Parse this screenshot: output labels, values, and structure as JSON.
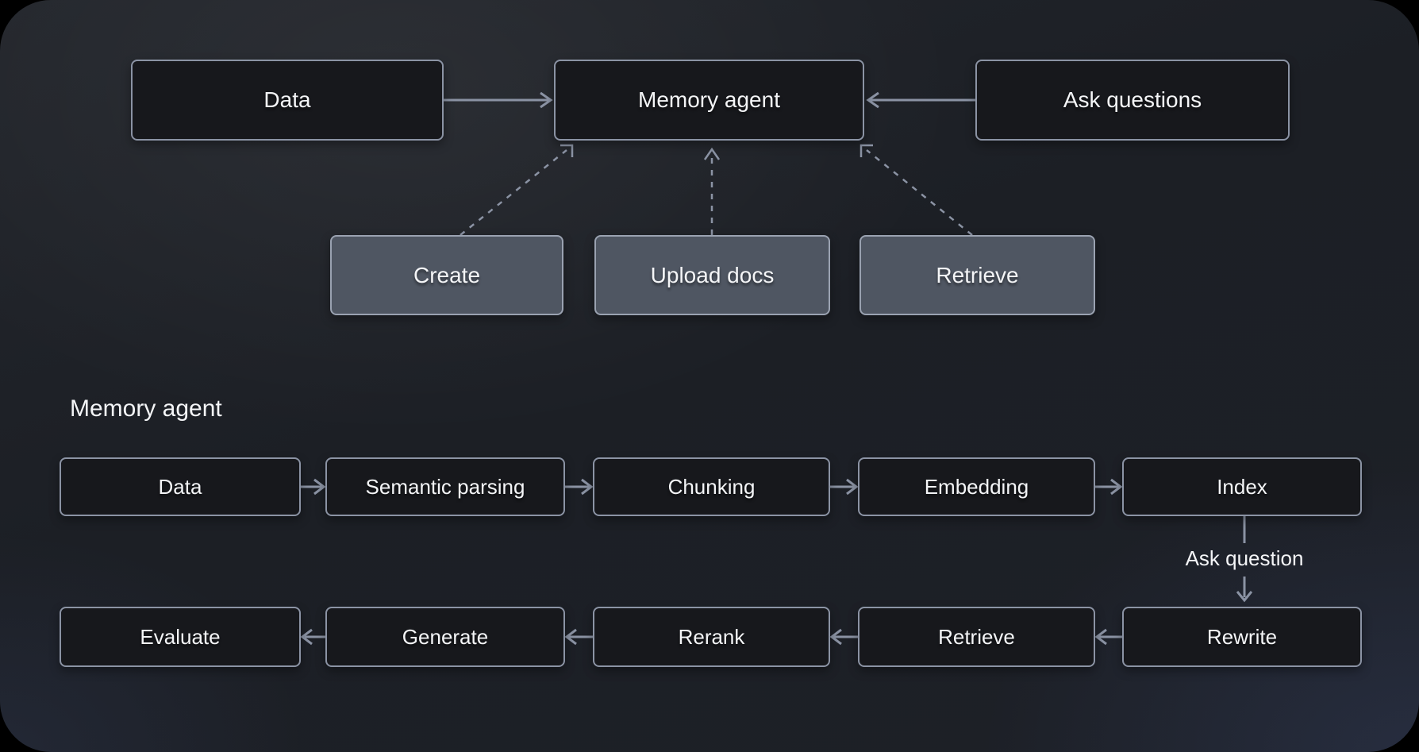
{
  "overview": {
    "data_label": "Data",
    "memory_agent_label": "Memory agent",
    "ask_questions_label": "Ask questions",
    "create_label": "Create",
    "upload_docs_label": "Upload docs",
    "retrieve_label": "Retrieve"
  },
  "pipeline": {
    "section_title": "Memory agent",
    "ingest_steps": [
      "Data",
      "Semantic parsing",
      "Chunking",
      "Embedding",
      "Index"
    ],
    "query_steps": [
      "Rewrite",
      "Retrieve",
      "Rerank",
      "Generate",
      "Evaluate"
    ],
    "branch_label": "Ask question"
  },
  "colors": {
    "outer_background": "#000000",
    "canvas_background": "#1d2026",
    "canvas_corner_tint": "#262b38",
    "node_dark_fill": "#17181c",
    "node_dark_border": "#8b93a4",
    "node_gray_fill": "#4f5662",
    "node_gray_border": "#9aa2b1",
    "arrow": "#8b93a4",
    "text": "#f4f5f7"
  }
}
